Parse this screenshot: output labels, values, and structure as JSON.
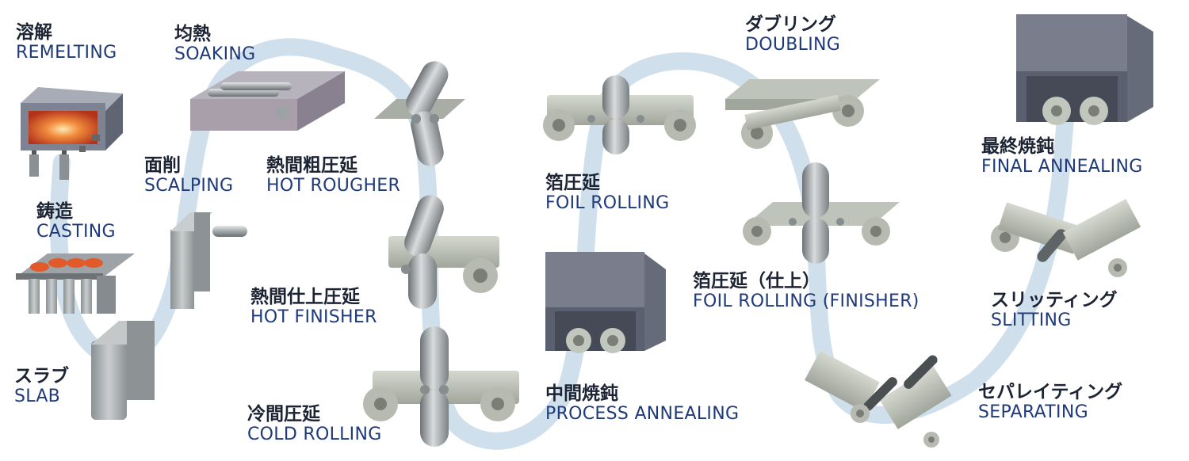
{
  "colors": {
    "path": "#cfe0ec",
    "text_jp": "#1c2333",
    "text_en": "#1f3a7a",
    "metal": "#9da3a5",
    "foil": "#bfc4ba",
    "furnace": "#787d8c",
    "heat": "#e8572b"
  },
  "steps": [
    {
      "id": "remelting",
      "jp": "溶解",
      "en": "REMELTING",
      "icon": "furnace-icon"
    },
    {
      "id": "casting",
      "jp": "鋳造",
      "en": "CASTING",
      "icon": "casting-mold-icon"
    },
    {
      "id": "slab",
      "jp": "スラブ",
      "en": "SLAB",
      "icon": "slab-icon"
    },
    {
      "id": "scalping",
      "jp": "面削",
      "en": "SCALPING",
      "icon": "scalped-slab-icon"
    },
    {
      "id": "soaking",
      "jp": "均熱",
      "en": "SOAKING",
      "icon": "soaking-furnace-icon"
    },
    {
      "id": "hot-rougher",
      "jp": "熱間粗圧延",
      "en": "HOT ROUGHER",
      "icon": "rolling-mill-icon"
    },
    {
      "id": "hot-finisher",
      "jp": "熱間仕上圧延",
      "en": "HOT FINISHER",
      "icon": "rolling-mill-icon"
    },
    {
      "id": "cold-rolling",
      "jp": "冷間圧延",
      "en": "COLD ROLLING",
      "icon": "rolling-mill-icon"
    },
    {
      "id": "process-annealing",
      "jp": "中間焼鈍",
      "en": "PROCESS ANNEALING",
      "icon": "annealing-furnace-icon"
    },
    {
      "id": "foil-rolling",
      "jp": "箔圧延",
      "en": "FOIL ROLLING",
      "icon": "foil-mill-icon"
    },
    {
      "id": "doubling",
      "jp": "ダブリング",
      "en": "DOUBLING",
      "icon": "doubling-rollers-icon"
    },
    {
      "id": "foil-rolling-finisher",
      "jp": "箔圧延（仕上）",
      "en": "FOIL ROLLING (FINISHER)",
      "icon": "foil-mill-icon"
    },
    {
      "id": "separating",
      "jp": "セパレイティング",
      "en": "SEPARATING",
      "icon": "separating-rollers-icon"
    },
    {
      "id": "slitting",
      "jp": "スリッティング",
      "en": "SLITTING",
      "icon": "slitting-rollers-icon"
    },
    {
      "id": "final-annealing",
      "jp": "最終焼鈍",
      "en": "FINAL ANNEALING",
      "icon": "annealing-furnace-icon"
    }
  ]
}
